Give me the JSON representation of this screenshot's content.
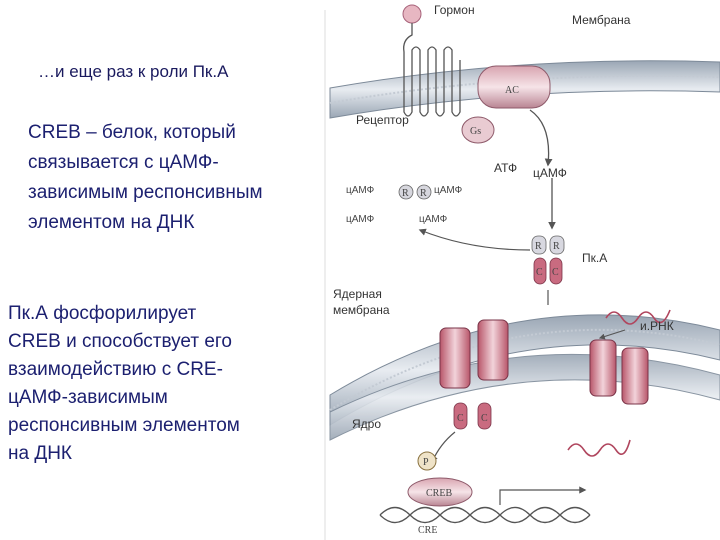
{
  "slide": {
    "title": "…и еще раз к роли Пк.А",
    "block1": [
      "CREB – белок, который",
      "связывается  с цАМФ-",
      "зависимым респонсивным",
      "элементом на ДНК"
    ],
    "block2": [
      "Пк.А фосфорилирует",
      "CREB и способствует его",
      "взаимодействию  с CRE-",
      "цАМФ-зависимым",
      "респонсивным элементом",
      "на ДНК"
    ]
  },
  "diagram": {
    "hormone": "Гормон",
    "membrane": "Мембрана",
    "ac": "AC",
    "receptor": "Рецептор",
    "gs": "Gs",
    "atp": "АТФ",
    "camp": "цАМФ",
    "camp_tl": "цАМФ",
    "camp_tr": "цАМФ",
    "camp_bl": "цАМФ",
    "camp_br": "цАМФ",
    "r1": "R",
    "r2": "R",
    "r3": "R",
    "r4": "R",
    "c1": "C",
    "c2": "C",
    "c3": "C",
    "c4": "C",
    "pka": "Пк.А",
    "nuclear_membrane_1": "Ядерная",
    "nuclear_membrane_2": "мембрана",
    "mrna": "и.РНК",
    "nucleus": "Ядро",
    "p": "P",
    "creb": "CREB",
    "cre": "CRE"
  }
}
